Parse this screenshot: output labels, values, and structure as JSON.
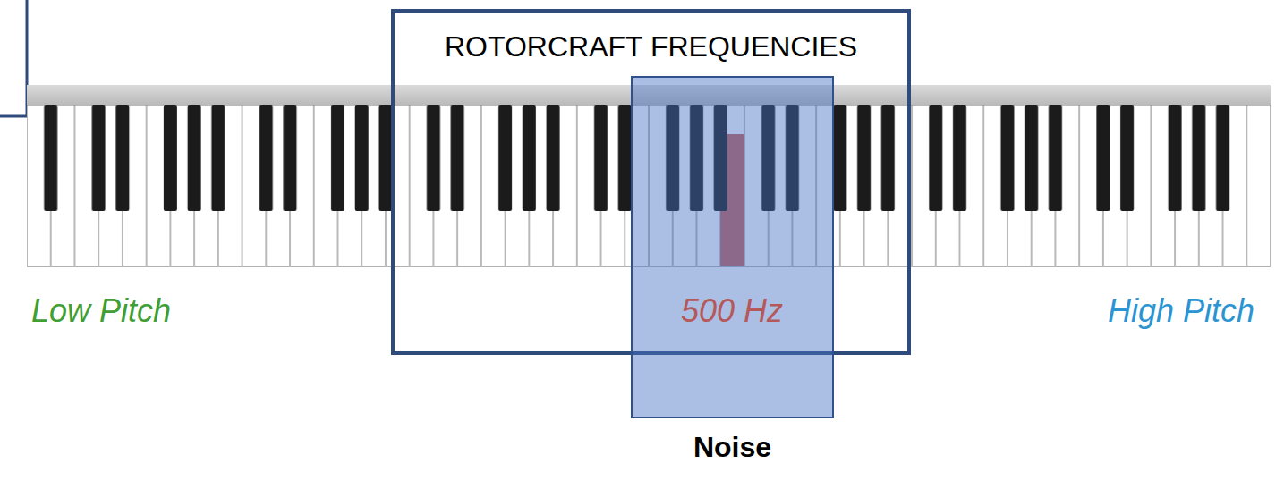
{
  "diagram": {
    "nodes": [
      {
        "text": [
          "ROTORCRAFT FREQUENCIES"
        ]
      },
      {
        "text": [
          "Noise"
        ]
      }
    ],
    "labels": [
      "Low Pitch",
      "500 Hz",
      "High Pitch"
    ]
  }
}
